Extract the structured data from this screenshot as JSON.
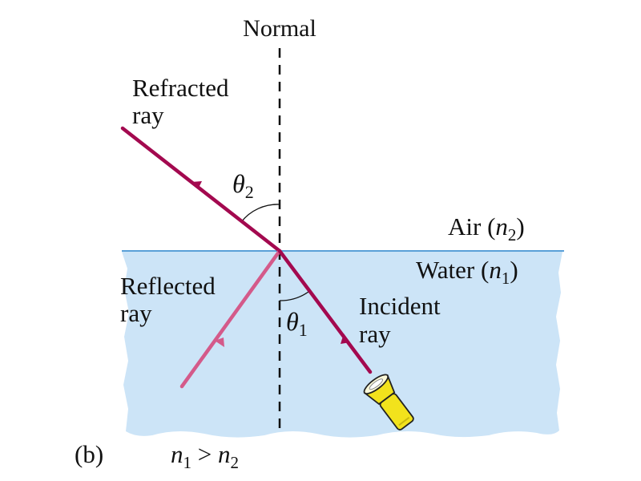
{
  "labels": {
    "normal": "Normal",
    "refracted_line1": "Refracted",
    "refracted_line2": "ray",
    "theta": "θ",
    "theta2_sub": "2",
    "theta1_sub": "1",
    "air": "Air (",
    "water": "Water (",
    "n": "n",
    "sub2": "2",
    "sub1": "1",
    "close_paren": ")",
    "reflected_line1": "Reflected",
    "reflected_line2": "ray",
    "incident_line1": "Incident",
    "incident_line2": "ray",
    "panel": "(b)",
    "greater_than": " > "
  },
  "colors": {
    "water_fill": "#cce4f7",
    "surface_line": "#5aa0d8",
    "ray_main": "#a3094f",
    "ray_reflected": "#d45a8a",
    "flashlight_body": "#f2e21c",
    "flashlight_outline": "#222222"
  },
  "icons": {
    "flashlight": "flashlight-icon"
  }
}
